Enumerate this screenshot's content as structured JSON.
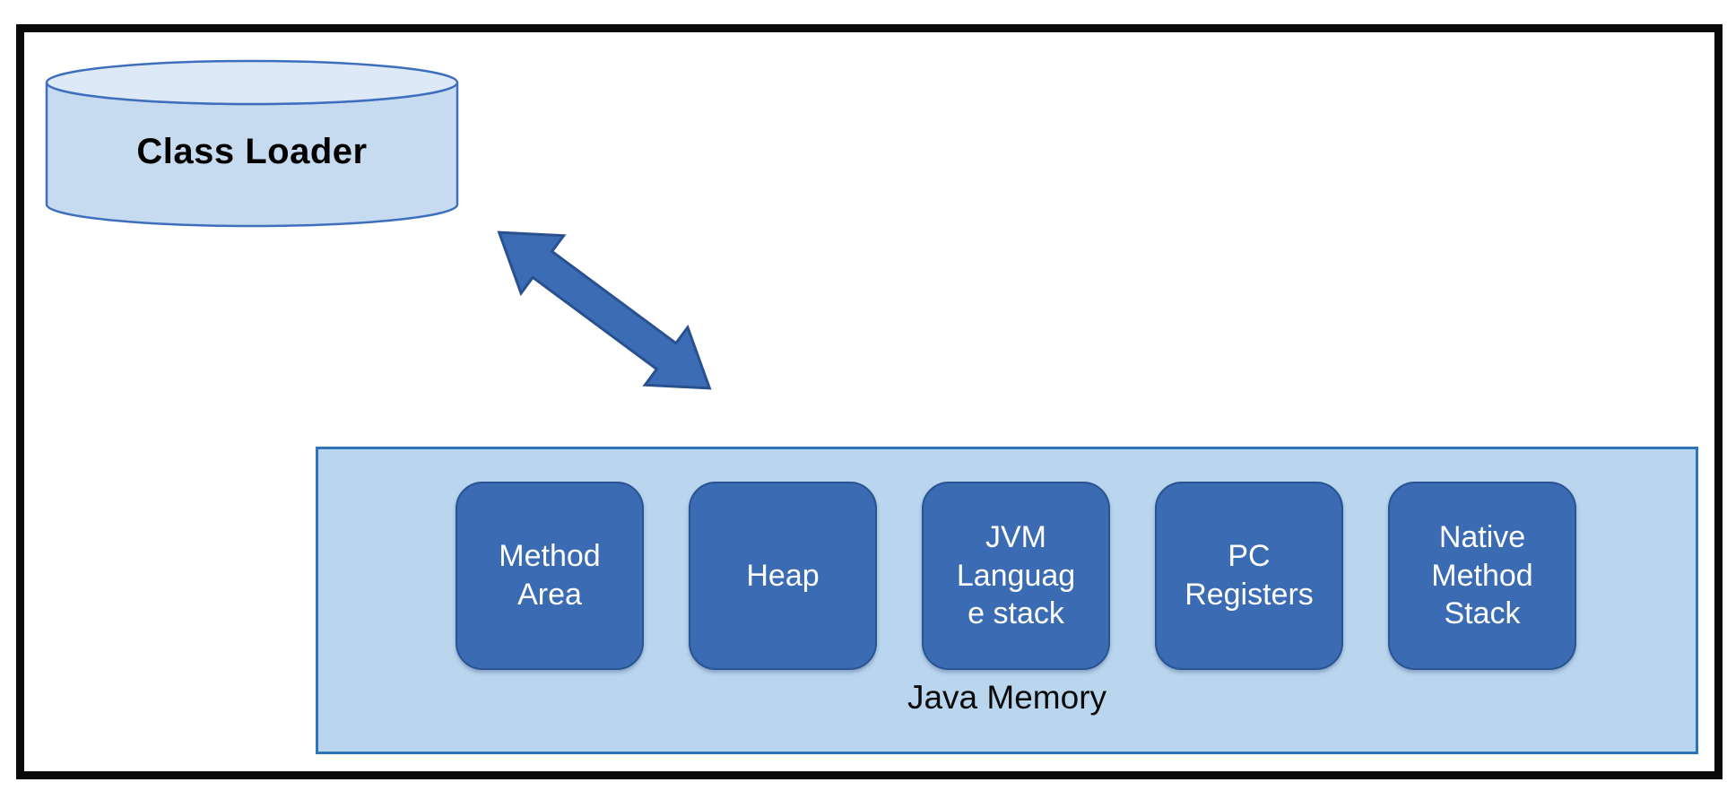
{
  "diagram": {
    "class_loader": {
      "label": "Class Loader"
    },
    "arrow": {
      "type": "double-headed",
      "direction": "diagonal between Class Loader and Java Memory"
    },
    "java_memory": {
      "label": "Java Memory",
      "boxes": [
        {
          "label": "Method\nArea"
        },
        {
          "label": "Heap"
        },
        {
          "label": "JVM\nLanguag\ne stack"
        },
        {
          "label": "PC\nRegisters"
        },
        {
          "label": "Native\nMethod\nStack"
        }
      ]
    },
    "colors": {
      "frame_border": "#0a0a0a",
      "cylinder_fill": "#c7dbf0",
      "cylinder_top_fill": "#dde9f6",
      "cylinder_stroke": "#3e6fbe",
      "arrow_fill": "#3c6cb4",
      "arrow_stroke": "#29518f",
      "container_fill": "#bad6ee",
      "container_border": "#2e74b8",
      "box_fill": "#3a6bb3",
      "box_border": "#2a5391",
      "box_text": "#ffffff",
      "label_text": "#000000"
    }
  }
}
